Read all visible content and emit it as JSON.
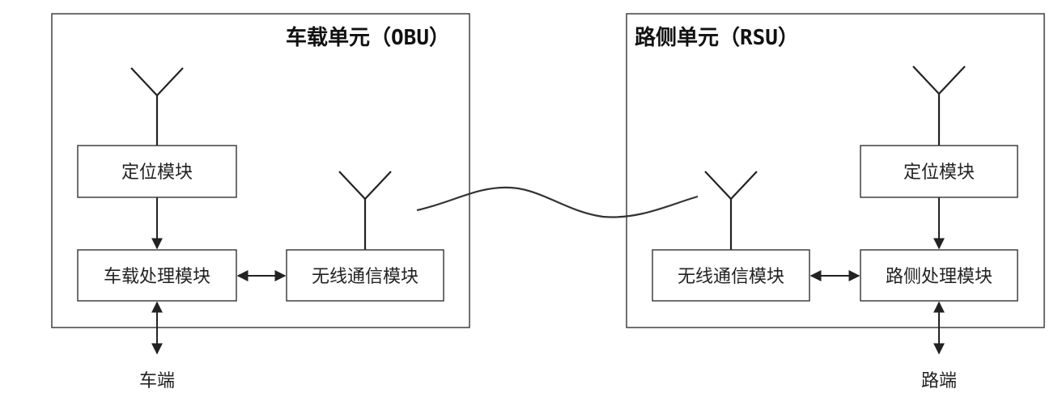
{
  "obu": {
    "title": "车载单元（OBU）",
    "positioning_module": "定位模块",
    "processing_module": "车载处理模块",
    "wireless_module": "无线通信模块",
    "end_label": "车端"
  },
  "rsu": {
    "title": "路侧单元（RSU）",
    "positioning_module": "定位模块",
    "processing_module": "路侧处理模块",
    "wireless_module": "无线通信模块",
    "end_label": "路端"
  }
}
